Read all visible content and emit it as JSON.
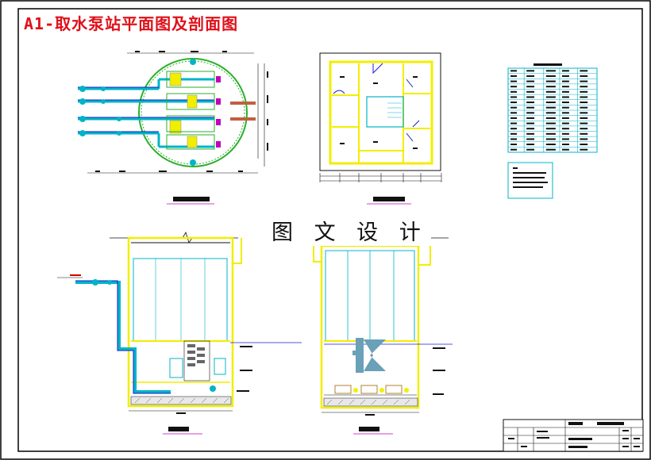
{
  "drawing": {
    "title": "A1-取水泵站平面图及剖面图",
    "watermark": "图 文 设 计"
  },
  "colors": {
    "border": "#000000",
    "title_red": "#e0101a",
    "wall_yellow": "#f2ee00",
    "cyan": "#00b4c8",
    "green": "#2ab02a",
    "magenta": "#c000c0",
    "blue": "#1c1cd0",
    "dim_black": "#111111"
  },
  "views": [
    {
      "id": "plan-lower",
      "kind": "circular pump station plan"
    },
    {
      "id": "plan-upper",
      "kind": "square machine room plan"
    },
    {
      "id": "section-1",
      "kind": "vertical section with intake pipe"
    },
    {
      "id": "section-2",
      "kind": "vertical section with logo"
    }
  ],
  "legend_table": {
    "rows": 16,
    "cols": 5
  },
  "notes_box": {
    "lines": 5
  },
  "title_block": {
    "rows": 4
  }
}
